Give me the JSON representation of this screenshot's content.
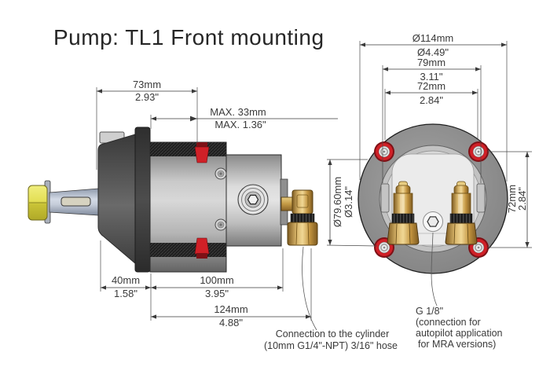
{
  "title": "Pump: TL1 Front mounting",
  "colors": {
    "bleed_plug_red": "#d02027",
    "mounting_hole_red": "#cf2027",
    "brass_fitting": "#d9b66b",
    "shaft_nut_yellow": "#e3df55",
    "body_gray": "#b5b5b5"
  },
  "side_view": {
    "dim_width_flange": {
      "mm": "73mm",
      "inch": "2.93\""
    },
    "dim_max_protrusion": {
      "mm": "MAX. 33mm",
      "inch": "MAX. 1.36\""
    },
    "dim_front_section": {
      "mm": "40mm",
      "inch": "1.58\""
    },
    "dim_body_length": {
      "mm": "100mm",
      "inch": "3.95\""
    },
    "dim_total_length": {
      "mm": "124mm",
      "inch": "4.88\""
    },
    "note_cylinder_connection": {
      "line1": "Connection to the cylinder",
      "line2": "(10mm G1/4\"-NPT) 3/16\" hose"
    }
  },
  "front_view": {
    "dim_outer_diameter": {
      "mm": "Ø114mm",
      "inch": "Ø4.49\""
    },
    "dim_tab_width": {
      "mm": "79mm",
      "inch": "3.11\""
    },
    "dim_hole_spacing_h": {
      "mm": "72mm",
      "inch": "2.84\""
    },
    "dim_hole_spacing_v": {
      "mm": "72mm",
      "inch": "2.84\""
    },
    "dim_body_diameter": {
      "mm": "Ø79.60mm",
      "inch": "Ø3.14\""
    },
    "note_autopilot_port": {
      "line1": "G 1/8\"",
      "line2": "(connection for",
      "line3": "autopilot application",
      "line4": "for MRA versions)"
    }
  }
}
